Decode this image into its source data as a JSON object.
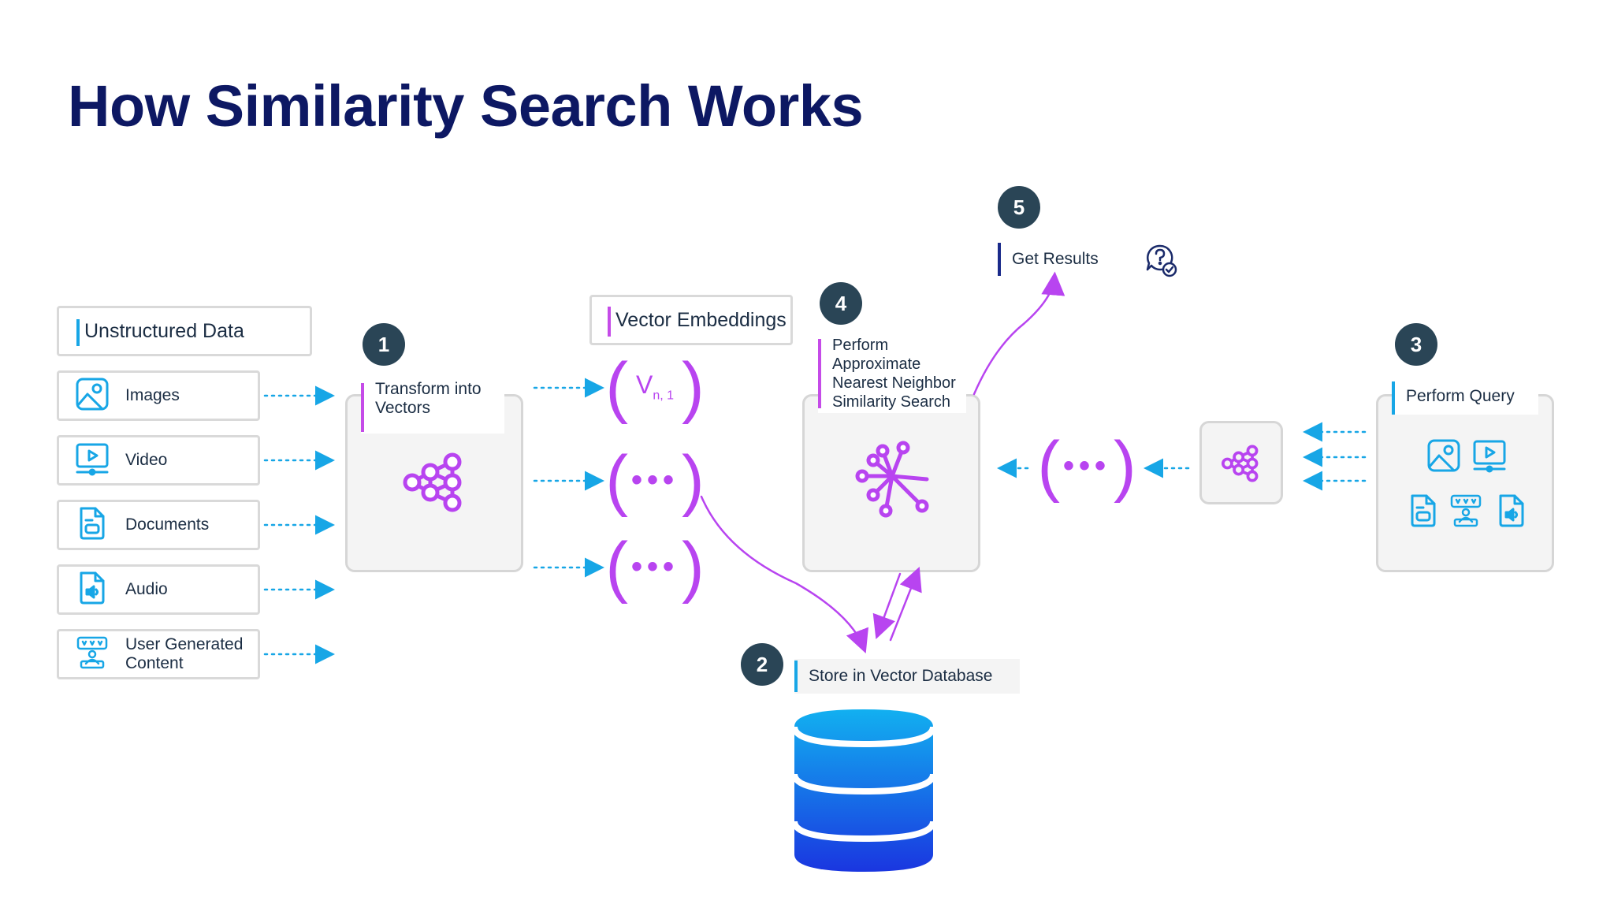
{
  "title": "How Similarity Search Works",
  "unstructured": {
    "heading": "Unstructured Data",
    "items": [
      {
        "label": "Images",
        "icon": "image-icon"
      },
      {
        "label": "Video",
        "icon": "video-icon"
      },
      {
        "label": "Documents",
        "icon": "document-icon"
      },
      {
        "label": "Audio",
        "icon": "audio-icon"
      },
      {
        "label": "User Generated Content",
        "icon": "ugc-icon"
      }
    ]
  },
  "steps": {
    "transform": {
      "number": "1",
      "label": "Transform into Vectors"
    },
    "store": {
      "number": "2",
      "label": "Store in Vector Database"
    },
    "query": {
      "number": "3",
      "label": "Perform Query"
    },
    "ann": {
      "number": "4",
      "label": "Perform Approximate Nearest Neighbor Similarity Search"
    },
    "results": {
      "number": "5",
      "label": "Get Results"
    }
  },
  "embeddings": {
    "heading": "Vector Embeddings",
    "vector_symbol": "V",
    "vector_subscript": "n, 1",
    "ellipsis": "•••"
  },
  "colors": {
    "title": "#0d1863",
    "accent_blue": "#17a6e6",
    "accent_purple": "#b844f0",
    "step_circle": "#2a4556",
    "db_top": "#12b0f0",
    "db_bottom": "#1a36e0"
  }
}
